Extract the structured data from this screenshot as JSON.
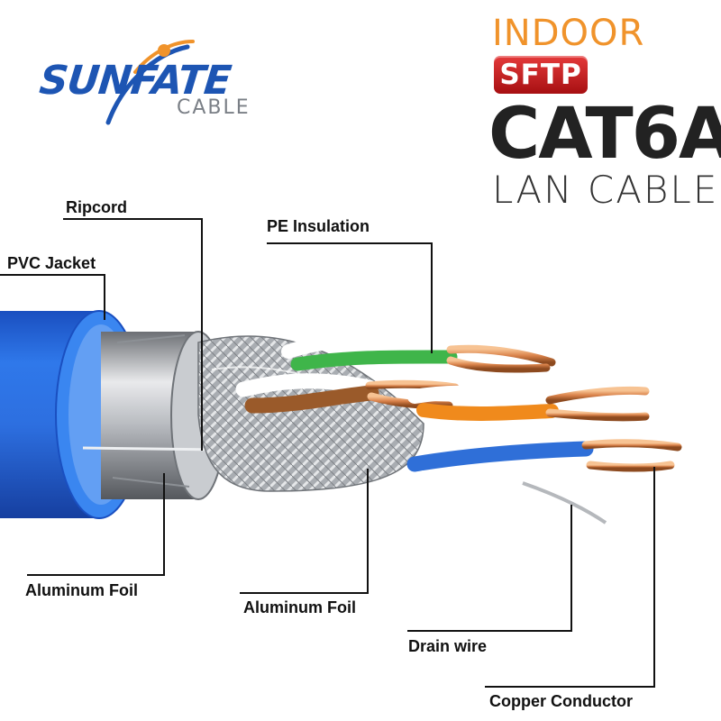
{
  "logo": {
    "name": "SUNFATE",
    "subtitle": "CABLE"
  },
  "title": {
    "environment": "INDOOR",
    "shield_type": "SFTP",
    "category": "CAT6A",
    "product": "LAN CABLE"
  },
  "labels": {
    "ripcord": "Ripcord",
    "pe_insulation": "PE Insulation",
    "pvc_jacket": "PVC Jacket",
    "aluminum_foil_outer": "Aluminum Foil",
    "aluminum_foil_inner": "Aluminum Foil",
    "drain_wire": "Drain wire",
    "copper_conductor": "Copper Conductor"
  },
  "colors": {
    "brand_blue": "#1d55b3",
    "accent_orange": "#f0932b",
    "badge_red": "#c21d20",
    "jacket_blue": "#1f63d6",
    "copper": "#d9824a",
    "pair_green": "#3fb54a",
    "pair_brown": "#9a5a2a",
    "pair_orange": "#f08a1c",
    "pair_blue": "#2f6fd8"
  }
}
